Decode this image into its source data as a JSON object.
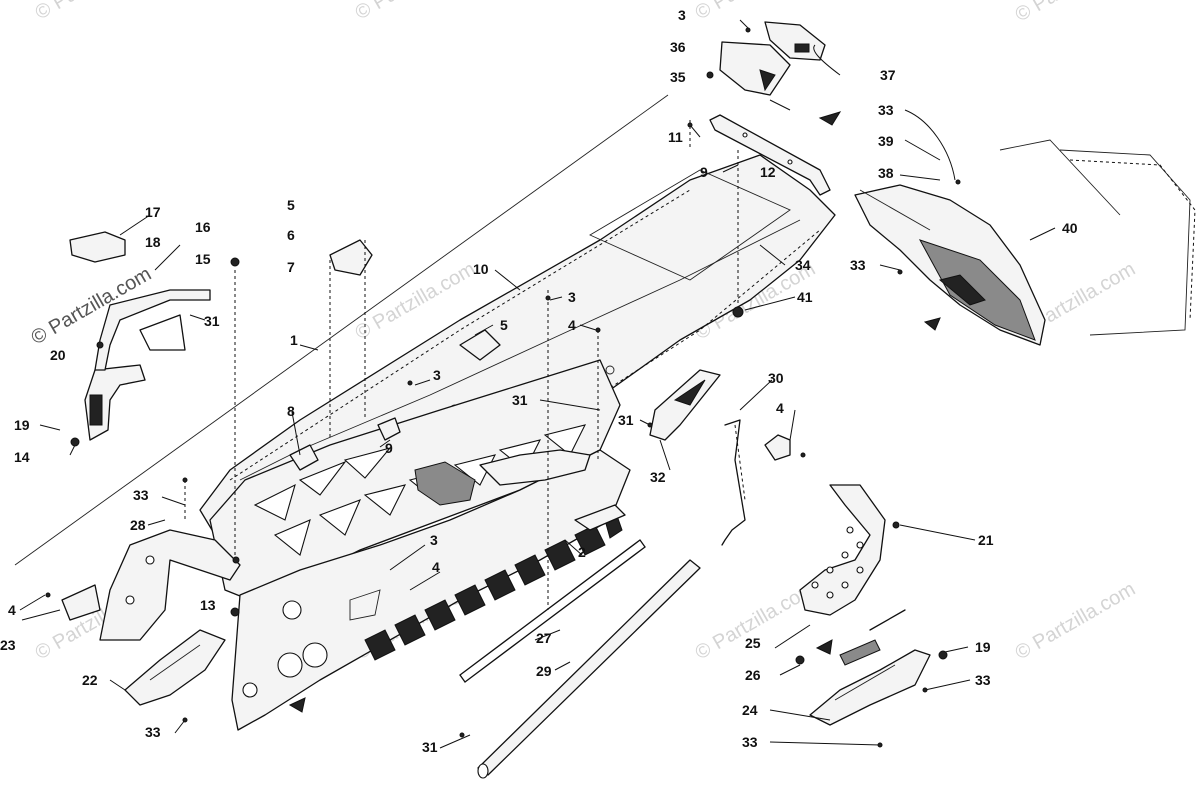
{
  "watermark": {
    "text": "© Partzilla.com"
  },
  "callouts": [
    {
      "id": "c1",
      "label": "1"
    },
    {
      "id": "c2",
      "label": "2"
    },
    {
      "id": "c3a",
      "label": "3"
    },
    {
      "id": "c3b",
      "label": "3"
    },
    {
      "id": "c3c",
      "label": "3"
    },
    {
      "id": "c3d",
      "label": "3"
    },
    {
      "id": "c4a",
      "label": "4"
    },
    {
      "id": "c4b",
      "label": "4"
    },
    {
      "id": "c4c",
      "label": "4"
    },
    {
      "id": "c4d",
      "label": "4"
    },
    {
      "id": "c5a",
      "label": "5"
    },
    {
      "id": "c5b",
      "label": "5"
    },
    {
      "id": "c6",
      "label": "6"
    },
    {
      "id": "c7",
      "label": "7"
    },
    {
      "id": "c8",
      "label": "8"
    },
    {
      "id": "c9a",
      "label": "9"
    },
    {
      "id": "c9b",
      "label": "9"
    },
    {
      "id": "c10",
      "label": "10"
    },
    {
      "id": "c11",
      "label": "11"
    },
    {
      "id": "c12",
      "label": "12"
    },
    {
      "id": "c13",
      "label": "13"
    },
    {
      "id": "c14",
      "label": "14"
    },
    {
      "id": "c15",
      "label": "15"
    },
    {
      "id": "c16",
      "label": "16"
    },
    {
      "id": "c17",
      "label": "17"
    },
    {
      "id": "c18",
      "label": "18"
    },
    {
      "id": "c19a",
      "label": "19"
    },
    {
      "id": "c19b",
      "label": "19"
    },
    {
      "id": "c20",
      "label": "20"
    },
    {
      "id": "c21",
      "label": "21"
    },
    {
      "id": "c22",
      "label": "22"
    },
    {
      "id": "c23",
      "label": "23"
    },
    {
      "id": "c24",
      "label": "24"
    },
    {
      "id": "c25",
      "label": "25"
    },
    {
      "id": "c26",
      "label": "26"
    },
    {
      "id": "c27",
      "label": "27"
    },
    {
      "id": "c28",
      "label": "28"
    },
    {
      "id": "c29",
      "label": "29"
    },
    {
      "id": "c30",
      "label": "30"
    },
    {
      "id": "c31a",
      "label": "31"
    },
    {
      "id": "c31b",
      "label": "31"
    },
    {
      "id": "c31c",
      "label": "31"
    },
    {
      "id": "c31d",
      "label": "31"
    },
    {
      "id": "c32",
      "label": "32"
    },
    {
      "id": "c33a",
      "label": "33"
    },
    {
      "id": "c33b",
      "label": "33"
    },
    {
      "id": "c33c",
      "label": "33"
    },
    {
      "id": "c33d",
      "label": "33"
    },
    {
      "id": "c33e",
      "label": "33"
    },
    {
      "id": "c33f",
      "label": "33"
    },
    {
      "id": "c34",
      "label": "34"
    },
    {
      "id": "c35",
      "label": "35"
    },
    {
      "id": "c36",
      "label": "36"
    },
    {
      "id": "c37",
      "label": "37"
    },
    {
      "id": "c38",
      "label": "38"
    },
    {
      "id": "c39",
      "label": "39"
    },
    {
      "id": "c40",
      "label": "40"
    },
    {
      "id": "c41",
      "label": "41"
    }
  ]
}
